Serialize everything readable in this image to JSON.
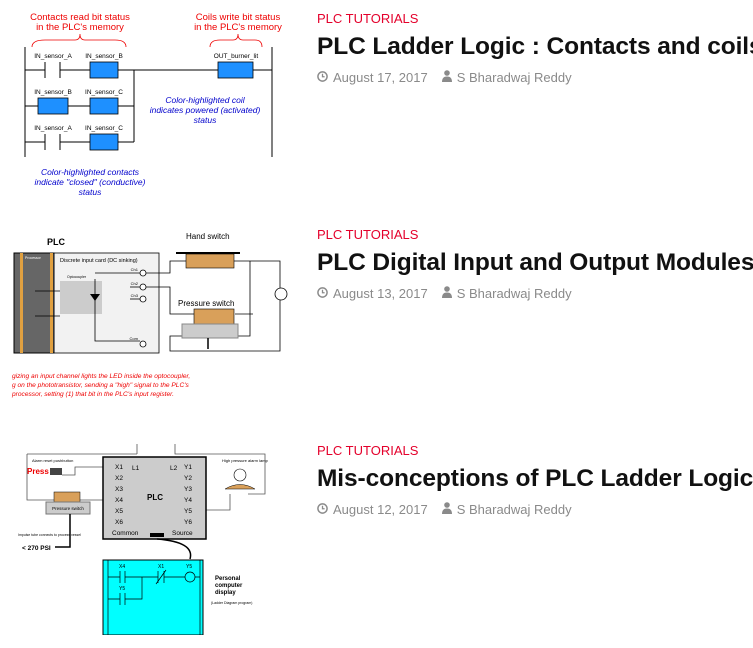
{
  "posts": [
    {
      "category": "PLC TUTORIALS",
      "title": "PLC Ladder Logic : Contacts and coils",
      "date": "August 17, 2017",
      "author": "S Bharadwaj Reddy",
      "thumb": {
        "note_read_1": "Contacts read bit status",
        "note_read_2": "in the PLC's memory",
        "note_write_1": "Coils write bit status",
        "note_write_2": "in the PLC's memory",
        "c1": "IN_sensor_A",
        "c2": "IN_sensor_B",
        "c3": "IN_sensor_B",
        "c4": "IN_sensor_C",
        "c5": "IN_sensor_A",
        "c6": "IN_sensor_C",
        "coil": "OUT_burner_lit",
        "coil_note_1": "Color-highlighted coil",
        "coil_note_2": "indicates powered (activated)",
        "coil_note_3": "status",
        "contact_note_1": "Color-highlighted contacts",
        "contact_note_2": "indicate \"closed\" (conductive)",
        "contact_note_3": "status"
      }
    },
    {
      "category": "PLC TUTORIALS",
      "title": "PLC Digital Input and Output Modules",
      "date": "August 13, 2017",
      "author": "S Bharadwaj Reddy",
      "thumb": {
        "plc": "PLC",
        "card": "Discrete input card (DC sinking)",
        "processor": "Processor",
        "opto": "Optocoupler",
        "hand": "Hand switch",
        "pressure": "Pressure switch",
        "ch1": "Ch1",
        "ch2": "Ch2",
        "ch3": "Ch3",
        "com": "Com",
        "note_1": "gizing an input channel lights the LED inside the optocoupler,",
        "note_2": "g on the phototransistor, sending a \"high\" signal to the PLC's",
        "note_3": "processor, setting (1) that bit in the PLC's input register."
      }
    },
    {
      "category": "PLC TUTORIALS",
      "title": "Mis-conceptions of PLC Ladder Logic",
      "date": "August 12, 2017",
      "author": "S Bharadwaj Reddy",
      "thumb": {
        "alarm_reset": "Alarm reset pushbutton",
        "press": "Press",
        "plc": "PLC",
        "pressure": "Pressure switch",
        "psi": "< 270 PSI",
        "impulse": "Impulse tube connects to process vessel",
        "lamp": "High pressure alarm lamp",
        "inputs": [
          "X1",
          "X2",
          "X3",
          "X4",
          "X5",
          "X6"
        ],
        "outputs": [
          "Y1",
          "Y2",
          "Y3",
          "Y4",
          "Y5",
          "Y6"
        ],
        "l1": "L1",
        "l2": "L2",
        "common": "Common",
        "source": "Source",
        "x4": "X4",
        "x1": "X1",
        "y5": "Y5",
        "y5b": "Y5",
        "pc_1": "Personal",
        "pc_2": "computer",
        "pc_3": "display",
        "pc_4": "(Ladder Diagram program)"
      }
    }
  ],
  "icons": {
    "date": "clock-icon",
    "author": "user-icon"
  },
  "colors": {
    "category": "#e4002b",
    "title": "#111111",
    "meta": "#8a8a8a",
    "highlight": "#1e90ff",
    "cyan": "#00ffff"
  }
}
